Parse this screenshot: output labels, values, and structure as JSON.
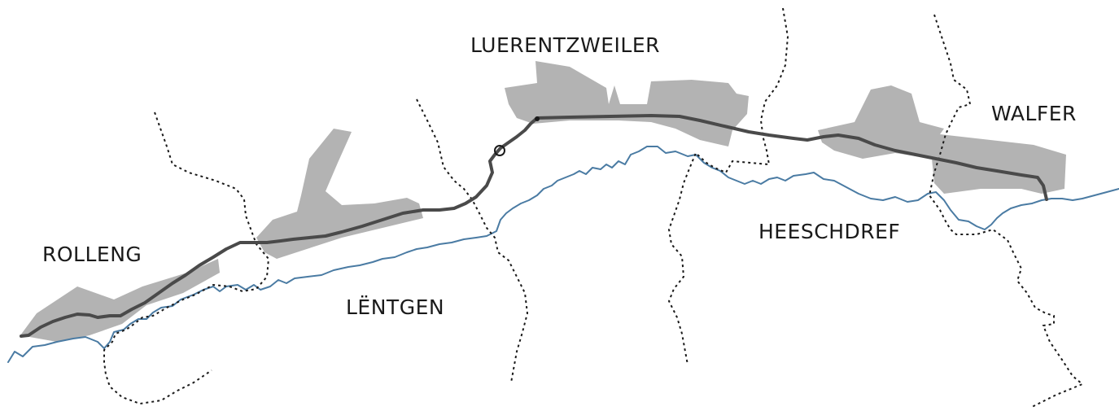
{
  "map": {
    "labels": {
      "rolleng": "ROLLENG",
      "lentgen": "LËNTGEN",
      "luerentzweiler": "LUERENTZWEILER",
      "heeschdref": "HEESCHDREF",
      "walfer": "WALFER"
    },
    "colors": {
      "settlement": "#b3b3b3",
      "river": "#4a7ba3",
      "boundary": "#1a1a1a",
      "route": "#4a4a4a",
      "label": "#1a1a1a"
    }
  }
}
